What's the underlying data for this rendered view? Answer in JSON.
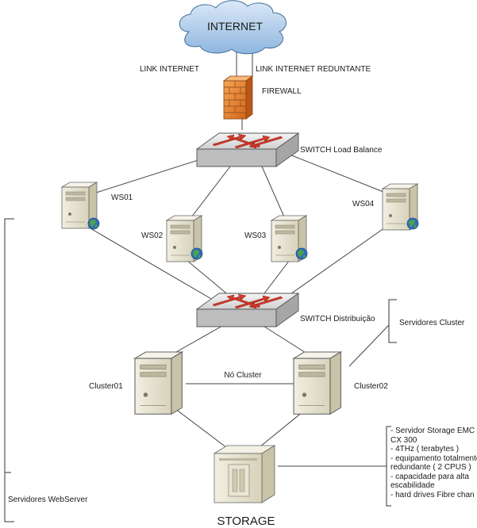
{
  "labels": {
    "internet": "INTERNET",
    "link_internet": "LINK INTERNET",
    "link_redundant": "LINK INTERNET REDUNTANTE",
    "firewall": "FIREWALL",
    "switch_lb": "SWITCH  Load Balance",
    "ws01": "WS01",
    "ws02": "WS02",
    "ws03": "WS03",
    "ws04": "WS04",
    "switch_dist": "SWITCH  Distribuição",
    "servidores_cluster": "Servidores Cluster",
    "cluster01": "Cluster01",
    "cluster02": "Cluster02",
    "no_cluster": "Nó Cluster",
    "storage": "STORAGE",
    "servidores_webserver": "Servidores WebServer"
  },
  "storage_notes": [
    "- Servidor Storage EMC",
    "CX 300",
    "- 4THz ( terabytes )",
    "- equipamento totalmente",
    "redundante ( 2 CPUS )",
    "- capacidade para  alta",
    "escabilidade",
    "-  hard drives Fibre chan"
  ],
  "colors": {
    "cloud": "#a9c8e8",
    "firewall": "#e8822a",
    "switch": "#d6d6d6",
    "arrow": "#d23a2a",
    "server": "#e6e2cf",
    "globe": "#2f6fb8"
  }
}
